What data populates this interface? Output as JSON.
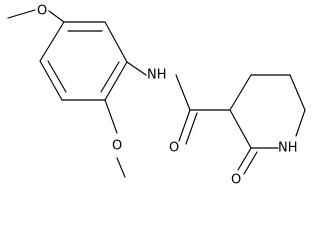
{
  "atom_labels": {
    "methoxy_top_o": "O",
    "amide_nh": "NH",
    "amide_carbonyl_o": "O",
    "methoxy_bottom_o": "O",
    "ring_nh": "NH",
    "lactam_carbonyl_o": "O"
  },
  "colors": {
    "bond": "#000000",
    "label": "#000000",
    "background": "#ffffff"
  }
}
